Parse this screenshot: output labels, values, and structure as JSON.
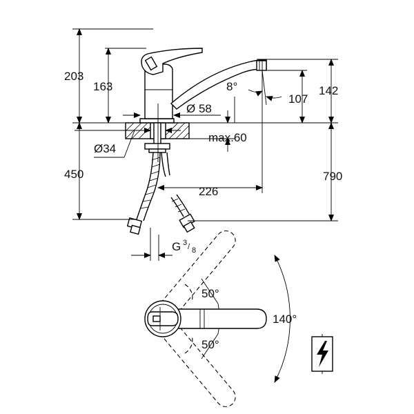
{
  "dimensions": {
    "total_height": "203",
    "body_height": "163",
    "spout_angle": "8°",
    "spout_clearance": "107",
    "spout_height": "142",
    "base_diameter": "Ø 58",
    "hole_diameter": "Ø34",
    "max_thickness": "max.60",
    "hose_length_left": "450",
    "hose_length_right": "790",
    "spout_reach": "226",
    "thread_prefix": "G",
    "thread_num": "3",
    "thread_den": "8"
  },
  "rotation": {
    "angle_upper": "50°",
    "angle_lower": "50°",
    "angle_total": "140°"
  },
  "icons": [
    "lightning-bolt-icon"
  ]
}
